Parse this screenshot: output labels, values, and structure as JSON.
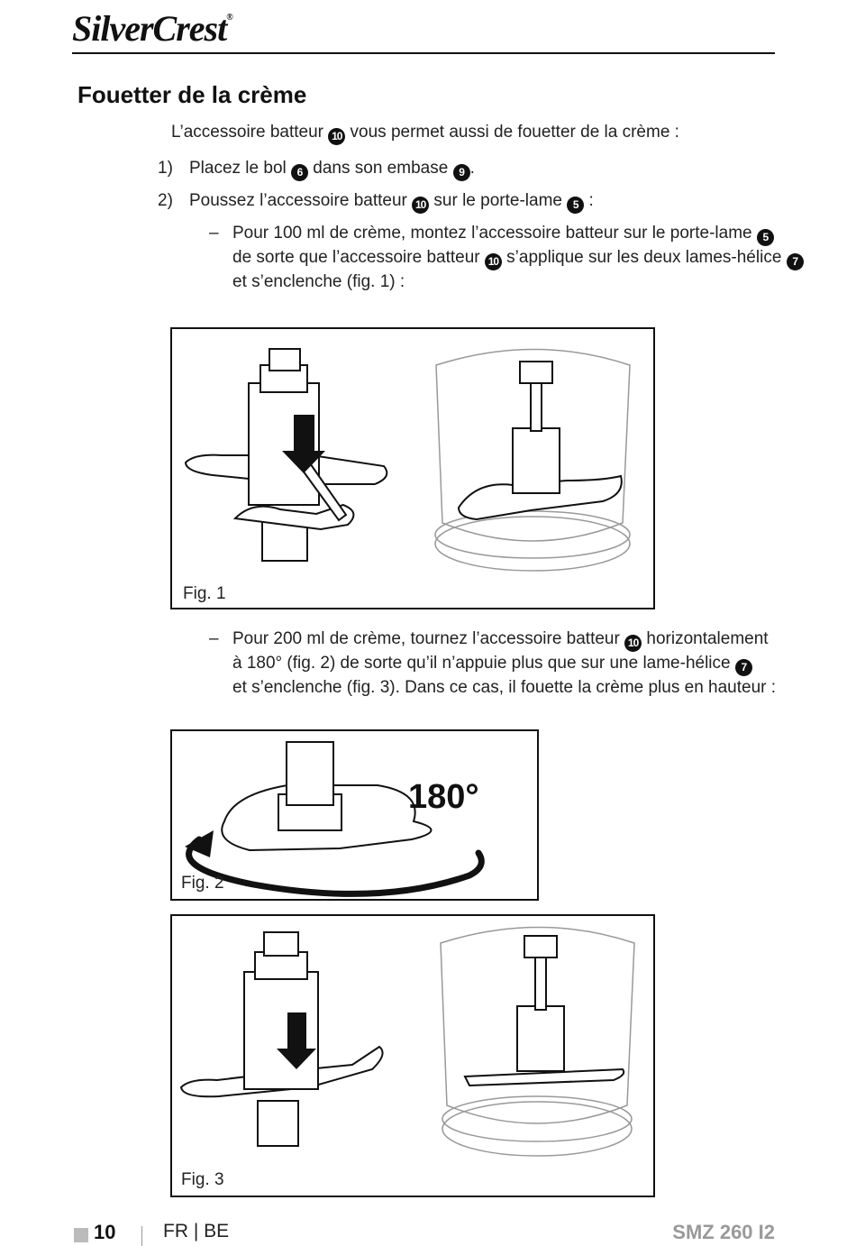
{
  "header": {
    "brand": "SilverCrest",
    "trademark": "®"
  },
  "section": {
    "title": "Fouetter de la crème"
  },
  "intro": {
    "before": "L’accessoire batteur ",
    "ref": "10",
    "after": " vous permet aussi de fouetter de la crème :"
  },
  "steps": [
    {
      "number": "1)",
      "t1": "Placez le bol ",
      "r1": "6",
      "t2": " dans son embase ",
      "r2": "9",
      "t3": "."
    },
    {
      "number": "2)",
      "t1": "Poussez l’accessoire batteur ",
      "r1": "10",
      "t2": " sur le porte-lame ",
      "r2": "5",
      "t3": " :"
    }
  ],
  "bullet1": {
    "dash": "–",
    "l1_text": "Pour 100 ml de crème, montez l’accessoire batteur sur le porte-lame ",
    "l1_ref": "5",
    "l2_text_a": "de sorte que l’accessoire batteur ",
    "l2_ref_a": "10",
    "l2_text_b": " s’applique sur les deux lames-hélice ",
    "l2_ref_b": "7",
    "l3_text": "et s’enclenche (fig. 1) :"
  },
  "bullet2": {
    "dash": "–",
    "l1_text_a": "Pour 200 ml de crème, tournez l’accessoire batteur ",
    "l1_ref": "10",
    "l1_text_b": " horizontalement",
    "l2_text": "à 180° (fig. 2) de sorte qu’il n’appuie plus que sur une lame-hélice ",
    "l2_ref": "7",
    "l3_text": "et s’enclenche (fig. 3). Dans ce cas, il fouette la crème plus en hauteur :"
  },
  "figures": {
    "fig1_label": "Fig. 1",
    "fig2_label": "Fig. 2",
    "fig2_angle": "180°",
    "fig3_label": "Fig. 3"
  },
  "footer": {
    "page_number": "10",
    "languages": "FR | BE",
    "model": "SMZ 260 I2"
  }
}
